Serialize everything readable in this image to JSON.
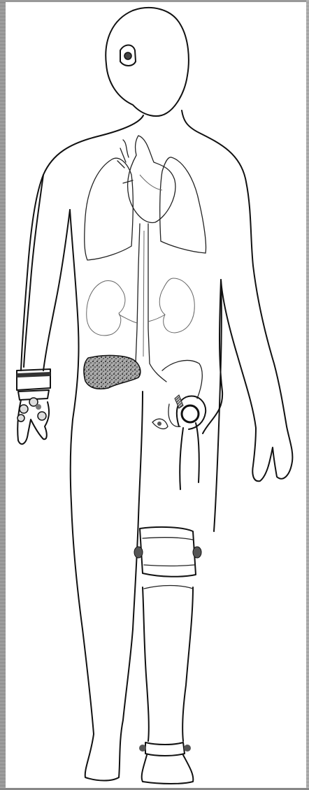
{
  "figure": {
    "subject": "",
    "parts": [
      "head",
      "ear-implant",
      "heart",
      "lungs",
      "kidneys",
      "liver",
      "hip-prosthesis",
      "wrist-brace",
      "knee-brace",
      "leg-prosthesis"
    ]
  }
}
